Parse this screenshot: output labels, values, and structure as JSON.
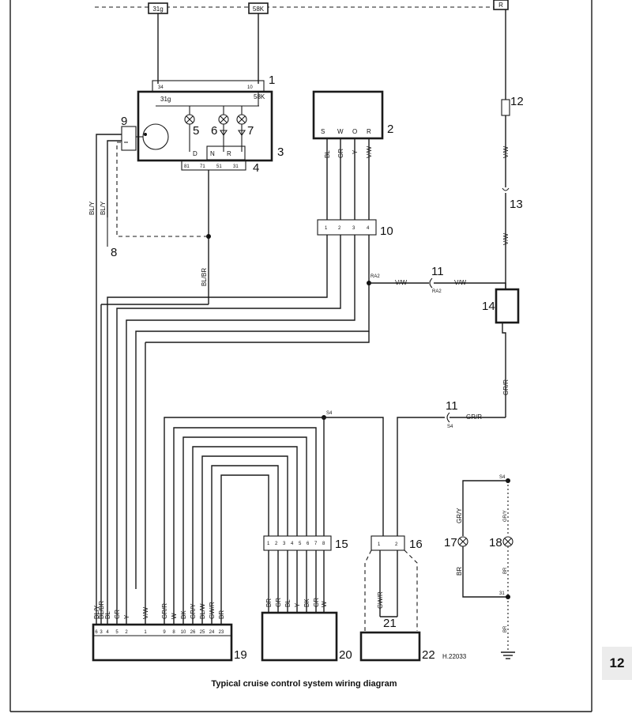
{
  "caption": "Typical cruise control system wiring diagram",
  "chapter_tab": "12",
  "reference": "H.22033",
  "components": {
    "c1": "1",
    "c2": "2",
    "c3": "3",
    "c4": "4",
    "c5": "5",
    "c6": "6",
    "c7": "7",
    "c8": "8",
    "c9": "9",
    "c10": "10",
    "c11a": "11",
    "c11b": "11",
    "c12": "12",
    "c13": "13",
    "c14": "14",
    "c15": "15",
    "c16": "16",
    "c17": "17",
    "c18": "18",
    "c19": "19",
    "c20": "20",
    "c21": "21",
    "c22": "22"
  },
  "terminals": {
    "t31g": "31g",
    "t58k": "58K",
    "tR": "R",
    "i31g": "31g",
    "i58k": "58K",
    "i34": "34",
    "i10": "10",
    "sw_S": "S",
    "sw_W": "W",
    "sw_O": "O",
    "sw_R": "R",
    "gear_D": "D",
    "gear_N": "N",
    "gear_R": "R",
    "p4_1": "81",
    "p4_2": "71",
    "p4_3": "51",
    "p4_4": "31"
  },
  "wire_colors": {
    "bl": "BL",
    "gr": "GR",
    "y": "Y",
    "vw": "V/W",
    "bl_y1": "BL/Y",
    "bl_y2": "BL/Y",
    "bl_br": "BL/BR",
    "vw_a": "V/W",
    "vw_b": "V/W",
    "vw_c": "V/W",
    "vw_d": "V/W",
    "gr_r1": "GR/R",
    "gr_r2": "GR/R",
    "gr_y1": "GR/Y",
    "gr_y2": "GR/Y",
    "br1": "BR",
    "br2": "BR",
    "br3": "BR",
    "gw_r": "GW/R",
    "ra2a": "RA2",
    "ra2b": "RA2",
    "s4a": "S4",
    "s4b": "S4",
    "s4c": "S4",
    "t31": "31"
  },
  "connector19": {
    "pins": [
      "6",
      "3",
      "4",
      "5",
      "2",
      "1",
      "9",
      "8",
      "10",
      "26",
      "25",
      "24",
      "23"
    ],
    "wires": [
      "BL/Y",
      "BL/BR",
      "BL",
      "GR",
      "Y",
      "V/W",
      "GR/R",
      "W",
      "BK",
      "GR/Y",
      "BL/W",
      "GW/R",
      "BR"
    ]
  },
  "connector20": {
    "wires": [
      "BR",
      "GR",
      "BL",
      "Y",
      "BK",
      "GR",
      "W"
    ]
  },
  "connector15": {
    "pins": [
      "1",
      "2",
      "3",
      "4",
      "5",
      "6",
      "7",
      "8"
    ]
  },
  "connector10": {
    "pins": [
      "1",
      "2",
      "3",
      "4"
    ]
  },
  "connector16": {
    "pins": [
      "1",
      "2"
    ]
  }
}
